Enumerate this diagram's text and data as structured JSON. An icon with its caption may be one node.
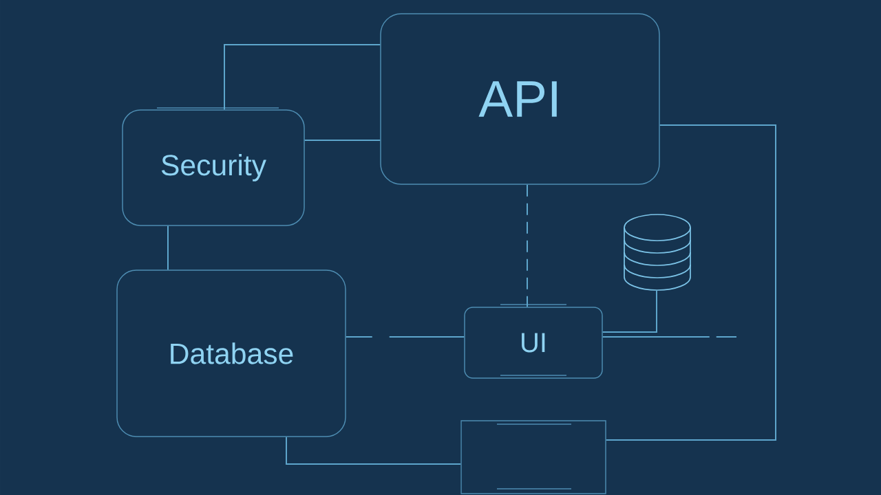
{
  "diagram": {
    "nodes": [
      {
        "text": [
          "API"
        ]
      },
      {
        "text": [
          "Security"
        ]
      },
      {
        "text": [
          "Database"
        ]
      },
      {
        "text": [
          "UI"
        ]
      },
      {
        "text": [],
        "shape": "cylinder"
      },
      {
        "text": [],
        "shape": "box"
      }
    ],
    "edges": [
      {
        "from": 1,
        "to": 0,
        "arrow": "none"
      },
      {
        "from": 1,
        "to": 0,
        "arrow": "none"
      },
      {
        "from": 1,
        "to": 2,
        "arrow": "none"
      },
      {
        "from": 0,
        "to": 3,
        "arrow": "none",
        "style": "dashed"
      },
      {
        "from": 2,
        "to": 3,
        "arrow": "none",
        "style": "dashed"
      },
      {
        "from": 4,
        "to": 3,
        "arrow": "none"
      },
      {
        "from": 3,
        "to": null,
        "arrow": "none",
        "style": "dashed"
      },
      {
        "from": 0,
        "to": 5,
        "arrow": "none"
      },
      {
        "from": 2,
        "to": 5,
        "arrow": "none"
      }
    ]
  }
}
